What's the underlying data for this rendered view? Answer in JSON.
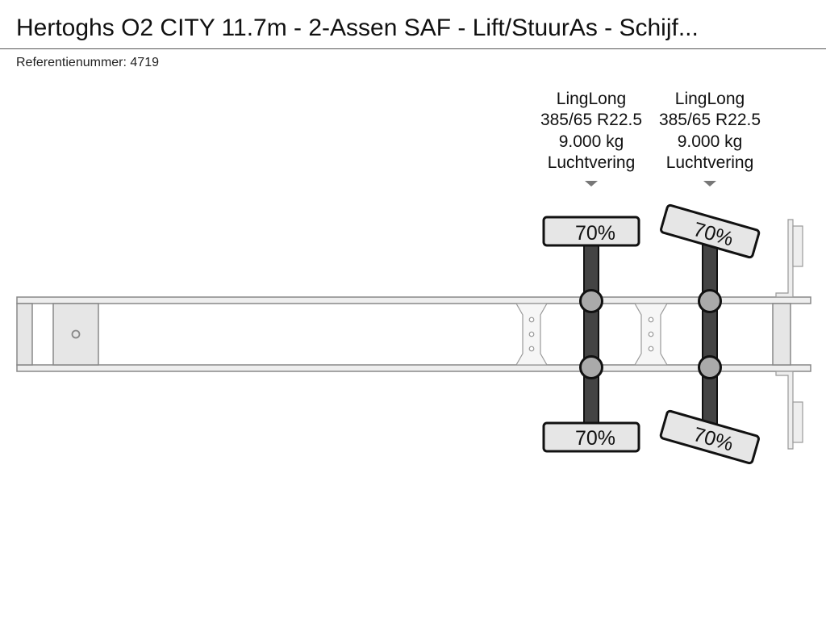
{
  "title": "Hertoghs O2 CITY 11.7m - 2-Assen SAF - Lift/StuurAs - Schijf...",
  "reference": "Referentienummer: 4719",
  "axles": [
    {
      "brand": "LingLong",
      "tire_size": "385/65 R22.5",
      "load": "9.000 kg",
      "suspension": "Luchtvering",
      "tire_top": "70%",
      "tire_bottom": "70%",
      "steering": false
    },
    {
      "brand": "LingLong",
      "tire_size": "385/65 R22.5",
      "load": "9.000 kg",
      "suspension": "Luchtvering",
      "tire_top": "70%",
      "tire_bottom": "70%",
      "steering": true
    }
  ],
  "colors": {
    "frame": "#e8e8e8",
    "frame_stroke": "#777",
    "axle": "#444",
    "hub": "#aaa",
    "tire": "#e6e6e6"
  }
}
